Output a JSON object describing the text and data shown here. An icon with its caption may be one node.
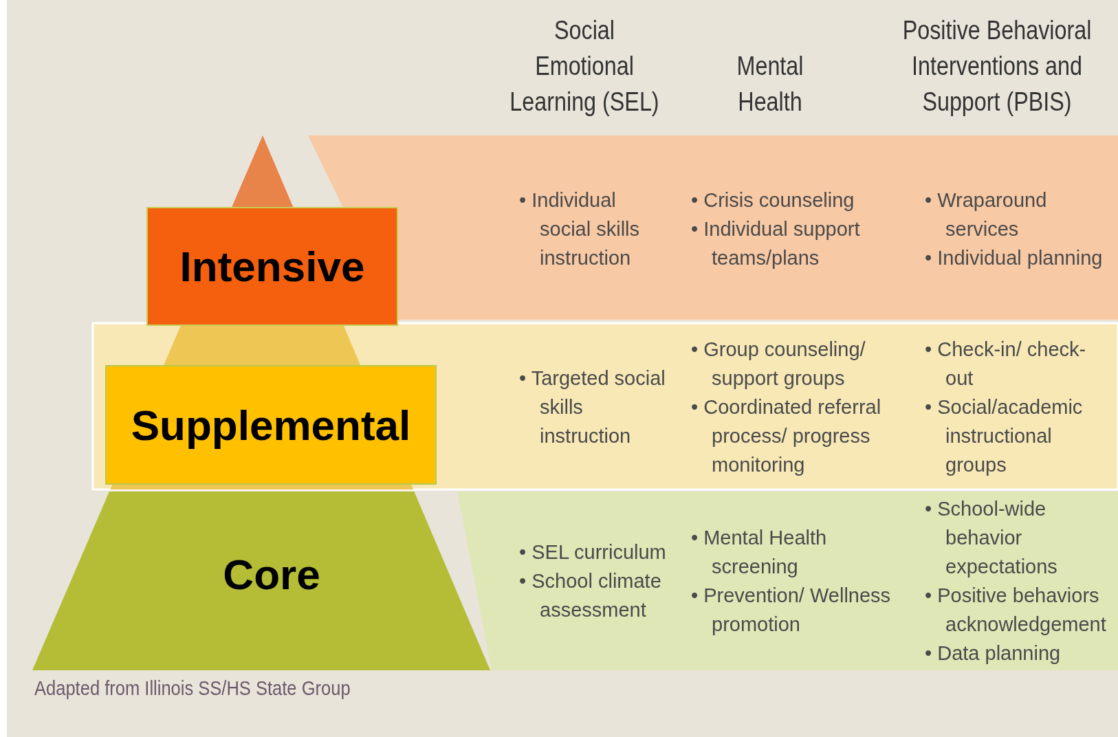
{
  "diagram": {
    "caption": "Adapted from Illinois SS/HS State Group",
    "nodes": [
      {
        "text": [
          "Intensive"
        ]
      },
      {
        "text": [
          "Supplemental"
        ]
      },
      {
        "text": [
          "Core"
        ]
      }
    ],
    "labels": [
      "Social Emotional Learning (SEL)",
      "Mental Health",
      "Positive Behavioral Interventions and Support (PBIS)",
      "• Individual social skills instruction",
      "• Crisis counseling",
      "• Individual support teams/plans",
      "• Wraparound services",
      "• Individual planning",
      "• Targeted social skills instruction",
      "• Group counseling/ support groups",
      "• Coordinated referral process/ progress monitoring",
      "• Check-in/ check-out",
      "• Social/academic instructional groups",
      "• SEL curriculum",
      "• School climate assessment",
      "• Mental Health screening",
      "• Prevention/ Wellness promotion",
      "• School-wide behavior expectations",
      "• Positive behaviors acknowledgement",
      "• Data planning"
    ]
  }
}
